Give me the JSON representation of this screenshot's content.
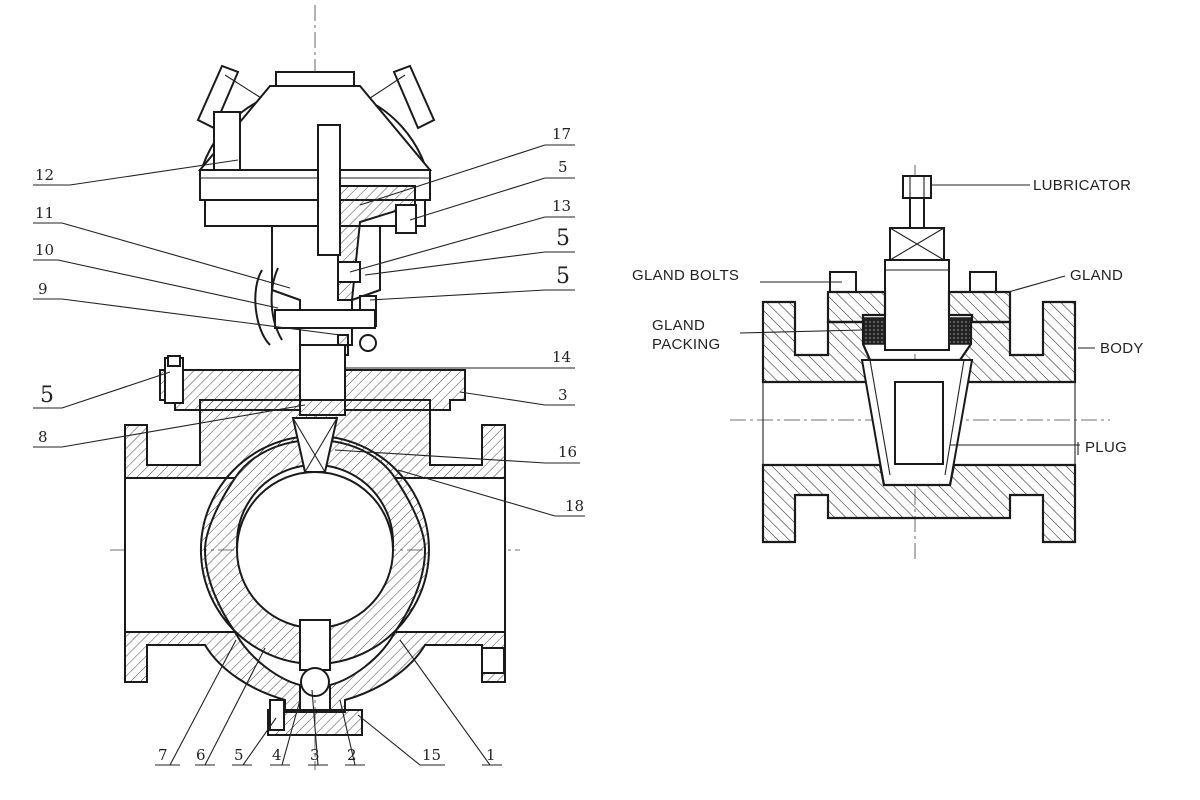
{
  "left_diagram": {
    "callouts": [
      {
        "id": "c12",
        "text": "12"
      },
      {
        "id": "c11",
        "text": "11"
      },
      {
        "id": "c10",
        "text": "10"
      },
      {
        "id": "c9",
        "text": "9"
      },
      {
        "id": "c5a",
        "text": "5"
      },
      {
        "id": "c8",
        "text": "8"
      },
      {
        "id": "c17",
        "text": "17"
      },
      {
        "id": "c5b",
        "text": "5"
      },
      {
        "id": "c13",
        "text": "13"
      },
      {
        "id": "c5c",
        "text": "5"
      },
      {
        "id": "c5d",
        "text": "5"
      },
      {
        "id": "c14",
        "text": "14"
      },
      {
        "id": "c3a",
        "text": "3"
      },
      {
        "id": "c16",
        "text": "16"
      },
      {
        "id": "c18",
        "text": "18"
      },
      {
        "id": "c7",
        "text": "7"
      },
      {
        "id": "c6",
        "text": "6"
      },
      {
        "id": "c5e",
        "text": "5"
      },
      {
        "id": "c4",
        "text": "4"
      },
      {
        "id": "c3b",
        "text": "3"
      },
      {
        "id": "c2",
        "text": "2"
      },
      {
        "id": "c15",
        "text": "15"
      },
      {
        "id": "c1",
        "text": "1"
      }
    ]
  },
  "right_diagram": {
    "labels": {
      "lubricator": "LUBRICATOR",
      "gland_bolts": "GLAND BOLTS",
      "gland": "GLAND",
      "gland_packing_1": "GLAND",
      "gland_packing_2": "PACKING",
      "body": "BODY",
      "plug": "PLUG"
    }
  }
}
